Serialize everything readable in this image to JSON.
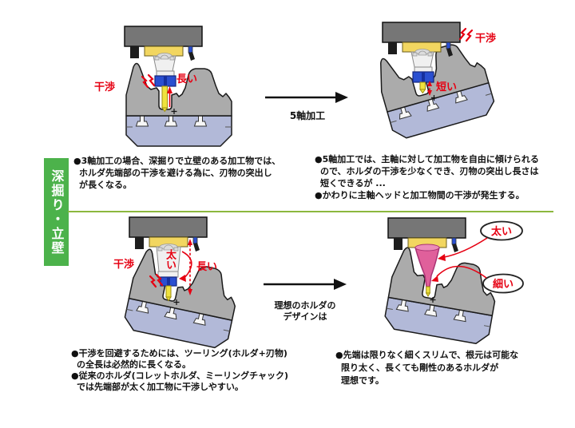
{
  "colors": {
    "accent_green": "#4cb24b",
    "divider_green": "#8cb83e",
    "label_red": "#e60012",
    "head_gray": "#767676",
    "workpiece_gray": "#ababab",
    "base_blue": "#b2b9d8",
    "plate_yellow": "#f2d660",
    "nut_blue": "#2a4fd0",
    "tool_yellow": "#efe23d",
    "holder_pink": "#e0609b"
  },
  "sidebar": {
    "label": "深掘り・立壁"
  },
  "top_left": {
    "labels": {
      "interference": "干渉",
      "long": "長い"
    },
    "notes": [
      "●3軸加工の場合、深掘りで立壁のある加工物では、",
      "ホルダ先端部の干渉を避ける為に、刃物の突出し",
      "が長くなる。"
    ]
  },
  "top_arrow": {
    "label": "5軸加工"
  },
  "top_right": {
    "labels": {
      "interference": "干渉",
      "short": "短い"
    },
    "notes": [
      "●5軸加工では、主軸に対して加工物を自由に傾けられる",
      "ので、ホルダの干渉を少なくでき、刃物の突出し長さは",
      "短くできるが ...",
      "●かわりに主軸ヘッドと加工物間の干渉が発生する。"
    ]
  },
  "bottom_left": {
    "labels": {
      "interference": "干渉",
      "thick": "太い",
      "long": "長い"
    },
    "notes": [
      "●干渉を回避するためには、ツーリング(ホルダ+刃物)",
      "の全長は必然的に長くなる。",
      "●従来のホルダ(コレットホルダ、ミーリングチャック)",
      "では先端部が太く加工物に干渉しやすい。"
    ]
  },
  "bottom_arrow": {
    "label": [
      "理想のホルダの",
      "デザインは"
    ]
  },
  "bottom_right": {
    "labels": {
      "thick": "太い",
      "thin": "細い"
    },
    "notes": [
      "●先端は限りなく細くスリムで、根元は可能な",
      "限り太く、長くても剛性のあるホルダが",
      "理想です。"
    ]
  }
}
